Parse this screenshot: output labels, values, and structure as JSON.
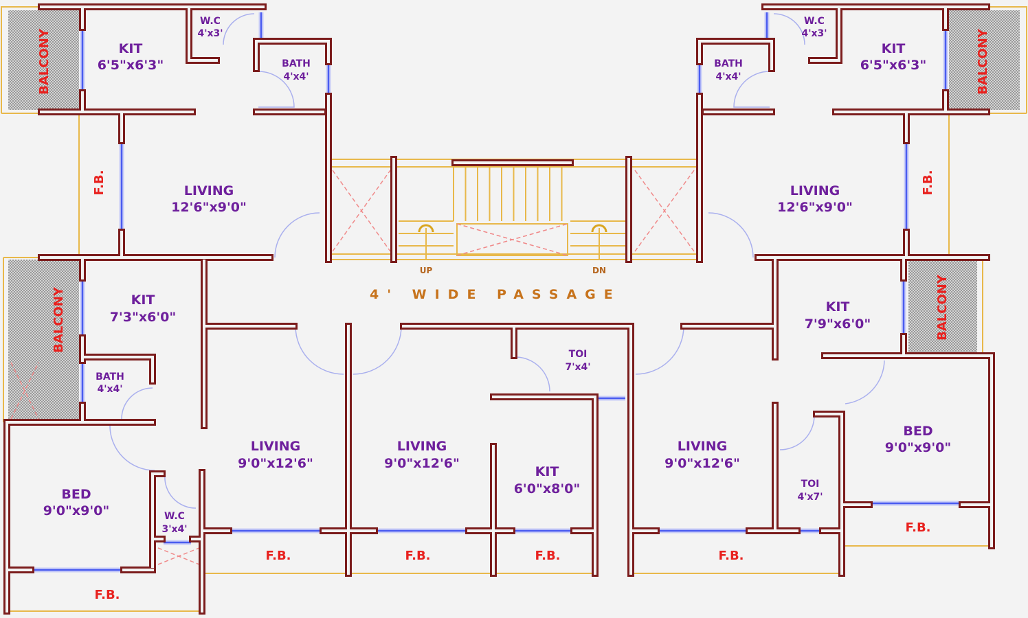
{
  "colors": {
    "wall": "#7b1c1c",
    "window": "#4a5cf0",
    "room_label": "#6e1f9c",
    "fb_label": "#e8211e",
    "outline": "#e8b84a",
    "passage": "#c7731c"
  },
  "passage": {
    "label": "4' WIDE PASSAGE",
    "up": "UP",
    "dn": "DN"
  },
  "top_left": {
    "wc": {
      "name": "W.C",
      "size": "4'x3'"
    },
    "kit": {
      "name": "KIT",
      "size": "6'5\"x6'3\""
    },
    "bath": {
      "name": "BATH",
      "size": "4'x4'"
    },
    "balcony": "BALCONY",
    "fb": "F.B.",
    "living": {
      "name": "LIVING",
      "size": "12'6\"x9'0\""
    }
  },
  "top_right": {
    "wc": {
      "name": "W.C",
      "size": "4'x3'"
    },
    "kit": {
      "name": "KIT",
      "size": "6'5\"x6'3\""
    },
    "bath": {
      "name": "BATH",
      "size": "4'x4'"
    },
    "balcony": "BALCONY",
    "fb": "F.B.",
    "living": {
      "name": "LIVING",
      "size": "12'6\"x9'0\""
    }
  },
  "bottom_left": {
    "kit": {
      "name": "KIT",
      "size": "7'3\"x6'0\""
    },
    "balcony": "BALCONY",
    "bath": {
      "name": "BATH",
      "size": "4'x4'"
    },
    "bed": {
      "name": "BED",
      "size": "9'0\"x9'0\""
    },
    "wc": {
      "name": "W.C",
      "size": "3'x4'"
    },
    "living": {
      "name": "LIVING",
      "size": "9'0\"x12'6\""
    },
    "fb_bed": "F.B.",
    "fb_living": "F.B."
  },
  "bottom_middle": {
    "living": {
      "name": "LIVING",
      "size": "9'0\"x12'6\""
    },
    "toi": {
      "name": "TOI",
      "size": "7'x4'"
    },
    "kit": {
      "name": "KIT",
      "size": "6'0\"x8'0\""
    },
    "fb_living": "F.B.",
    "fb_kit": "F.B."
  },
  "bottom_right": {
    "living": {
      "name": "LIVING",
      "size": "9'0\"x12'6\""
    },
    "kit": {
      "name": "KIT",
      "size": "7'9\"x6'0\""
    },
    "balcony": "BALCONY",
    "toi": {
      "name": "TOI",
      "size": "4'x7'"
    },
    "bed": {
      "name": "BED",
      "size": "9'0\"x9'0\""
    },
    "fb_living": "F.B.",
    "fb_bed": "F.B."
  }
}
